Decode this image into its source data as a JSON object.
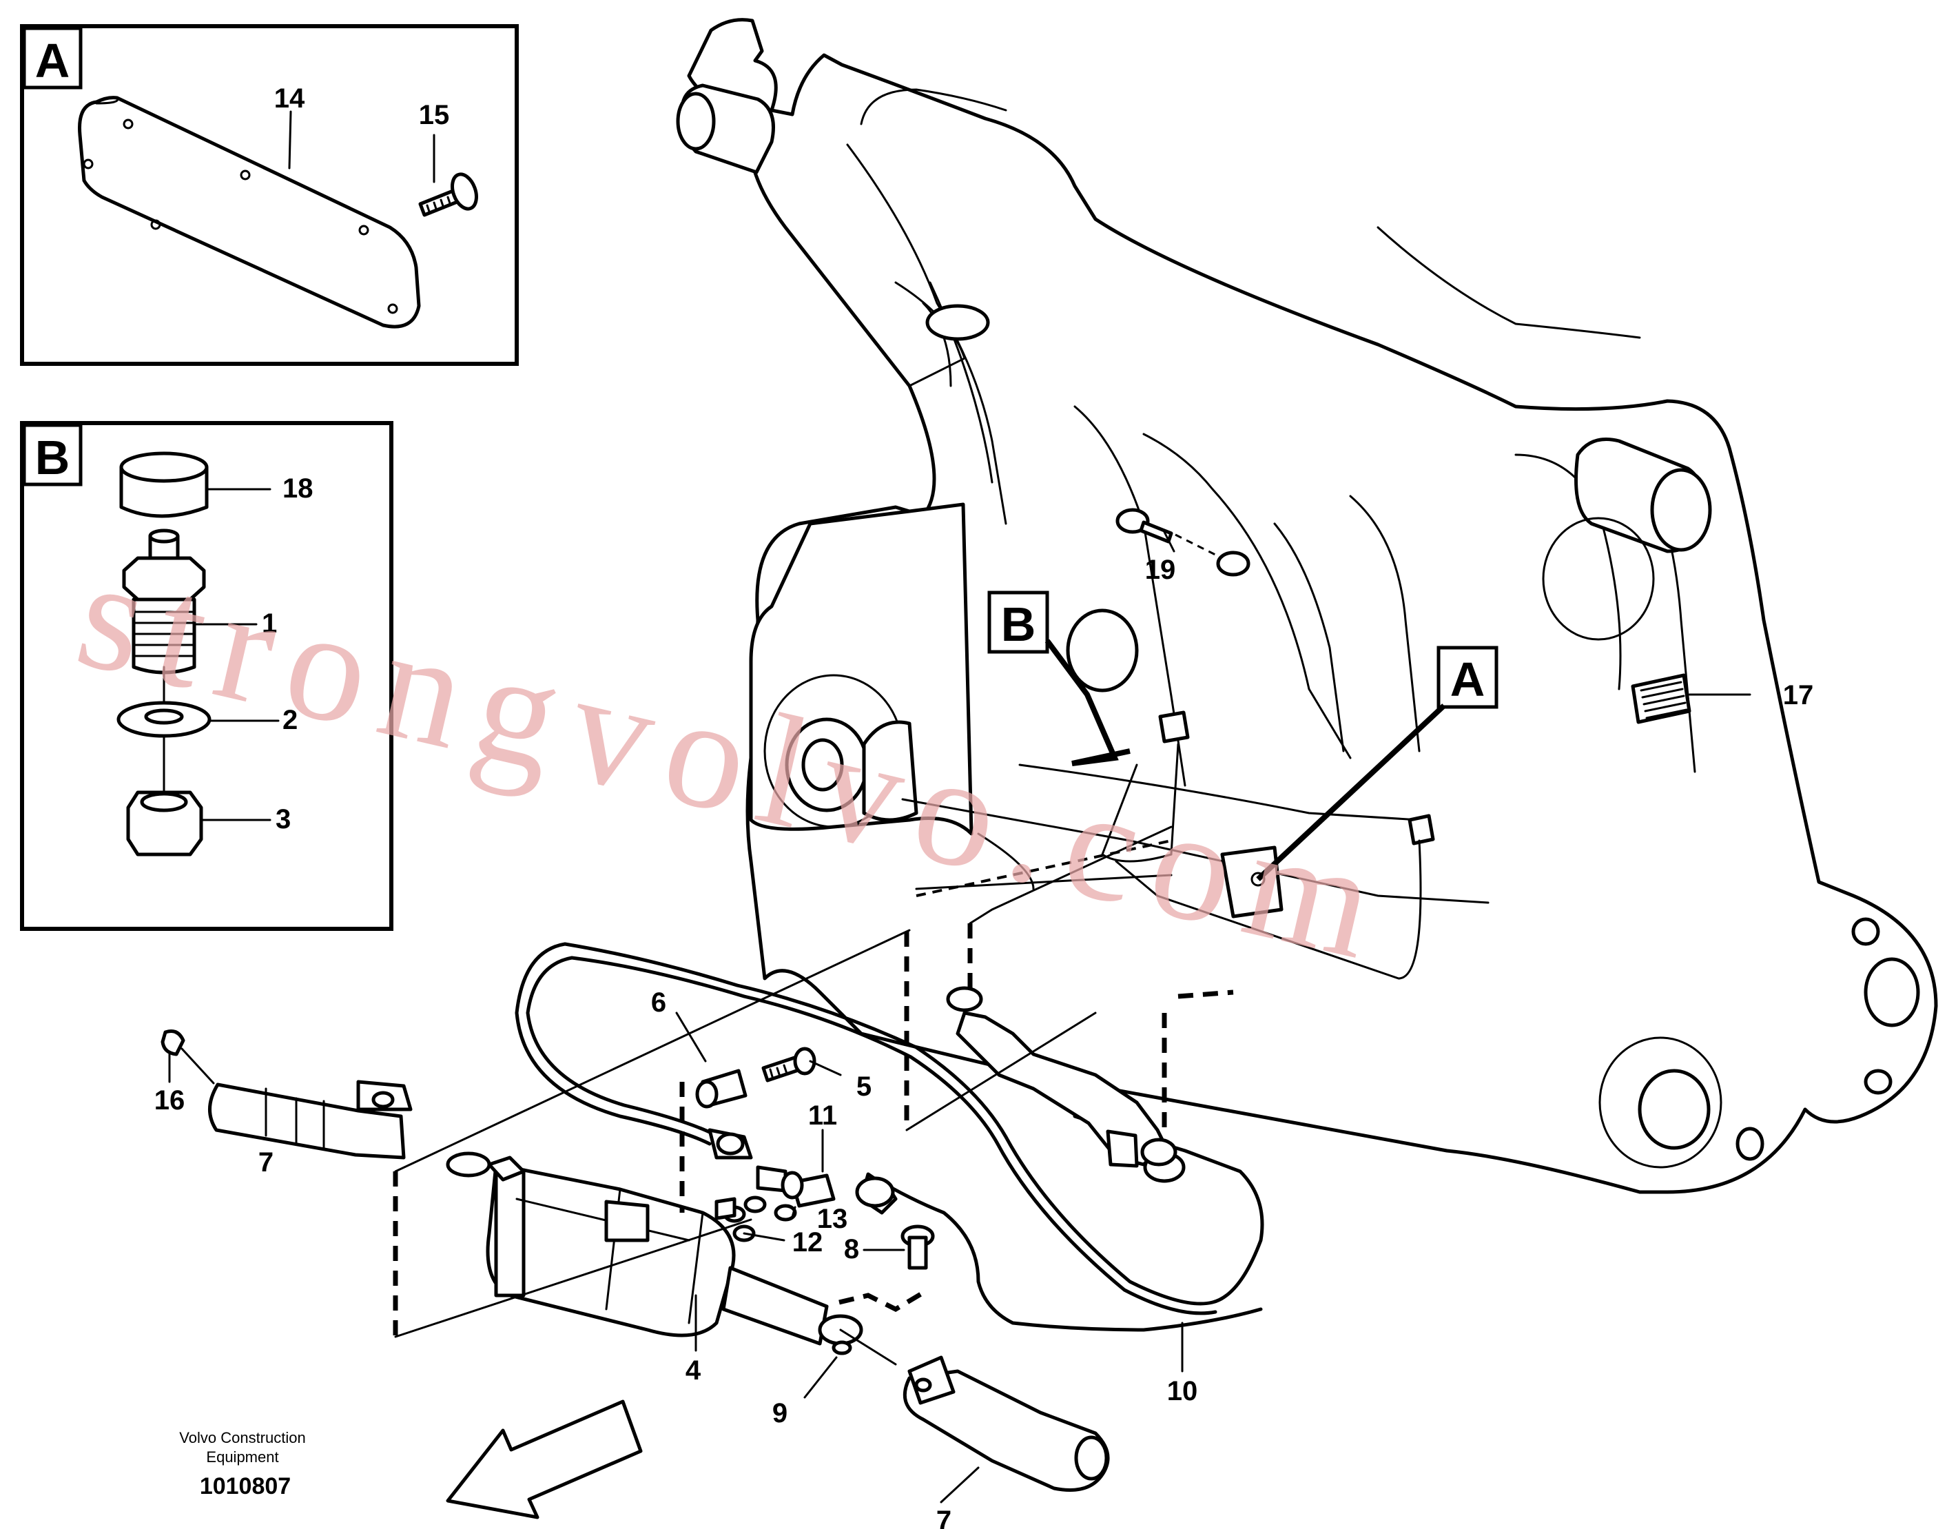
{
  "views": [
    {
      "label": "A"
    },
    {
      "label": "B"
    }
  ],
  "callouts": {
    "main_A": "A",
    "main_B": "B"
  },
  "part_numbers": {
    "p1": "1",
    "p2": "2",
    "p3": "3",
    "p4": "4",
    "p5": "5",
    "p6": "6",
    "p7a": "7",
    "p7b": "7",
    "p8": "8",
    "p9": "9",
    "p10": "10",
    "p11": "11",
    "p12": "12",
    "p13": "13",
    "p14": "14",
    "p15": "15",
    "p16": "16",
    "p17": "17",
    "p18": "18",
    "p19": "19"
  },
  "footer": {
    "brand_line1": "Volvo Construction",
    "brand_line2": "Equipment",
    "drawing_number": "1010807"
  },
  "watermark": "strongvolvo.com",
  "colors": {
    "line": "#000000",
    "background": "#ffffff",
    "watermark": "#e8a8a8"
  },
  "icons": {
    "direction_arrow": "arrow-down-left-icon"
  }
}
